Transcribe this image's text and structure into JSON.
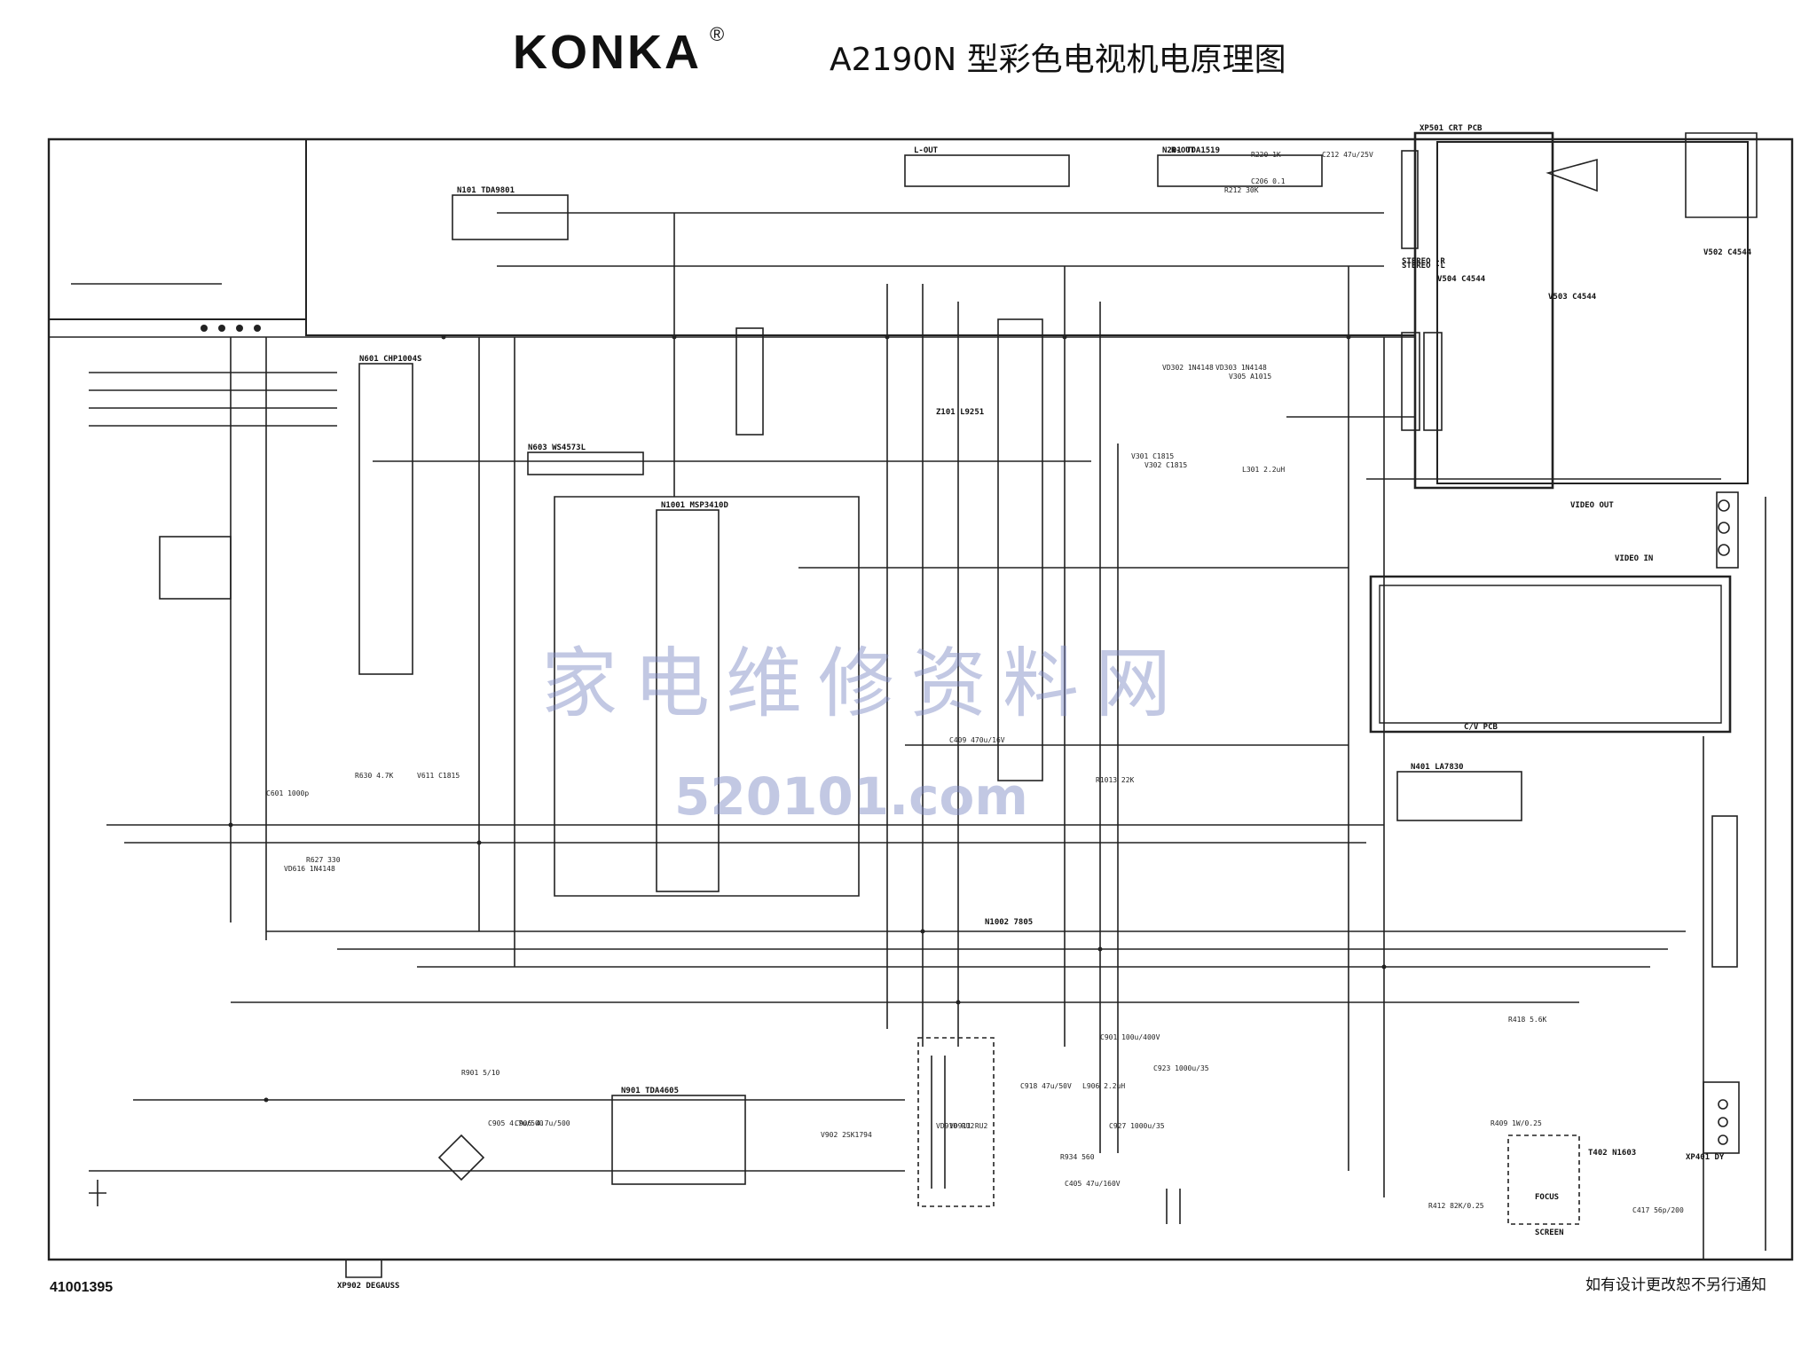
{
  "header": {
    "brand": "KONKA",
    "reg_mark": "®",
    "title": "A2190N 型彩色电视机电原理图"
  },
  "doc_number": "41001395",
  "footer_note": "如有设计更改恕不另行通知",
  "watermark": {
    "chinese": "家电维修资料网",
    "url": "520101.com"
  },
  "blocks": [
    {
      "label": "N101 TDA9801"
    },
    {
      "label": "N601 CHP1004S"
    },
    {
      "label": "N901 TDA4605"
    },
    {
      "label": "N1001 MSP3410D"
    },
    {
      "label": "N401 LA7830"
    },
    {
      "label": "N1002 7805"
    },
    {
      "label": "N201 TDA1519"
    },
    {
      "label": "N603 WS4573L"
    },
    {
      "label": "Z101 L9251"
    },
    {
      "label": "XP501 CRT PCB"
    },
    {
      "label": "C/V PCB"
    },
    {
      "label": "VIDEO OUT"
    },
    {
      "label": "VIDEO IN"
    },
    {
      "label": "L-OUT"
    },
    {
      "label": "R-OUT"
    },
    {
      "label": "STEREO -R"
    },
    {
      "label": "STEREO -L"
    },
    {
      "label": "FOCUS"
    },
    {
      "label": "SCREEN"
    },
    {
      "label": "XP902 DEGAUSS"
    },
    {
      "label": "XP401 DY"
    },
    {
      "label": "T402 N1603"
    },
    {
      "label": "V502 C4544"
    },
    {
      "label": "V503 C4544"
    },
    {
      "label": "V504 C4544"
    }
  ],
  "small_labels": [
    "R627 330",
    "C601 1000p",
    "R630 4.7K",
    "V611 C1815",
    "VD616 1N4148",
    "C901 100u/400V",
    "R901 5/10",
    "C905 4.7u/500",
    "C906 4.7u/500",
    "L301 2.2uH",
    "R1013 22K",
    "C409 470u/16V",
    "C405 47u/160V",
    "R412 82K/0.25",
    "C417 56p/200",
    "R409 1W/0.25",
    "R418 5.6K",
    "V301 C1815",
    "V302 C1815",
    "V305 A1015",
    "R212 30K",
    "C212 47u/25V",
    "VD302 1N4148",
    "VD303 1N4148",
    "R220 1K",
    "C206 0.1",
    "V902 2SK1794",
    "VD910 RU2",
    "VD911 RU2",
    "C918 47u/50V",
    "L906 2.2uH",
    "C923 1000u/35",
    "C927 1000u/35",
    "R934 560"
  ]
}
